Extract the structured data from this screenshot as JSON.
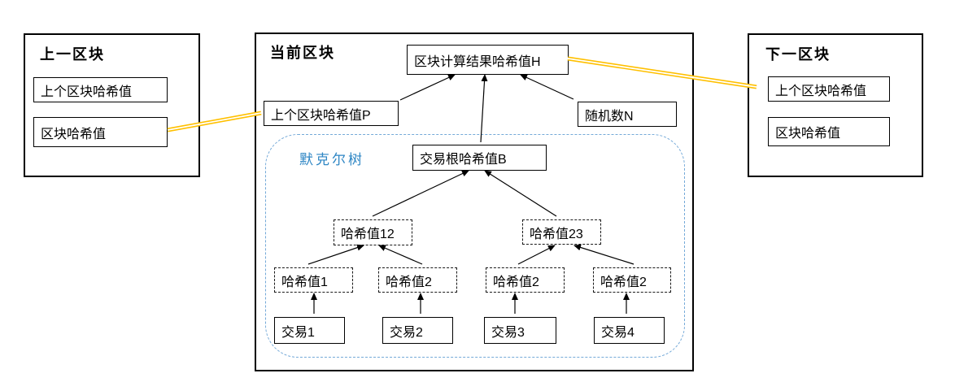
{
  "colors": {
    "accent_blue": "#2E86C4",
    "merkle_border_blue": "#74A9D8",
    "link_gold": "#FFC000",
    "line_black": "#000000"
  },
  "prev_block": {
    "title": "上一区块",
    "fields": [
      "上个区块哈希值",
      "区块哈希值"
    ]
  },
  "current_block": {
    "title": "当前区块",
    "result_hash": "区块计算结果哈希值H",
    "prev_hash": "上个区块哈希值P",
    "nonce": "随机数N",
    "merkle_tree": {
      "label": "默克尔树",
      "root": "交易根哈希值B",
      "internal_nodes": [
        "哈希值12",
        "哈希值23"
      ],
      "leaf_nodes": [
        "哈希值1",
        "哈希值2",
        "哈希值2",
        "哈希值2"
      ],
      "transactions": [
        "交易1",
        "交易2",
        "交易3",
        "交易4"
      ]
    }
  },
  "next_block": {
    "title": "下一区块",
    "fields": [
      "上个区块哈希值",
      "区块哈希值"
    ]
  }
}
